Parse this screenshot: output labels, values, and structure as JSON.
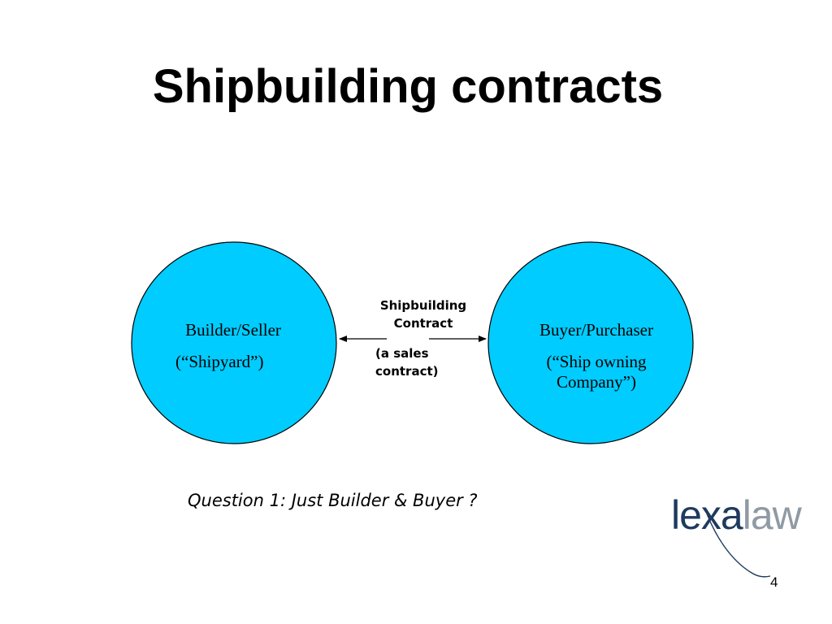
{
  "slide": {
    "title": "Shipbuilding contracts",
    "question": "Question 1: Just Builder & Buyer ?",
    "page_number": "4"
  },
  "diagram": {
    "node_fill": "#00ccff",
    "node_stroke": "#000000",
    "builder": {
      "label": "Builder/Seller",
      "sublabel": "(“Shipyard”)"
    },
    "buyer": {
      "label": "Buyer/Purchaser",
      "sublabel": "(“Ship owning Company”)"
    },
    "connector": {
      "type": "double-headed-arrow",
      "label": "Shipbuilding Contract",
      "sublabel": "(a sales contract)"
    }
  },
  "logo": {
    "text_dark": "lexa",
    "text_light": "law",
    "dark_color": "#1e3a5f",
    "light_color": "#8f9aa4"
  }
}
